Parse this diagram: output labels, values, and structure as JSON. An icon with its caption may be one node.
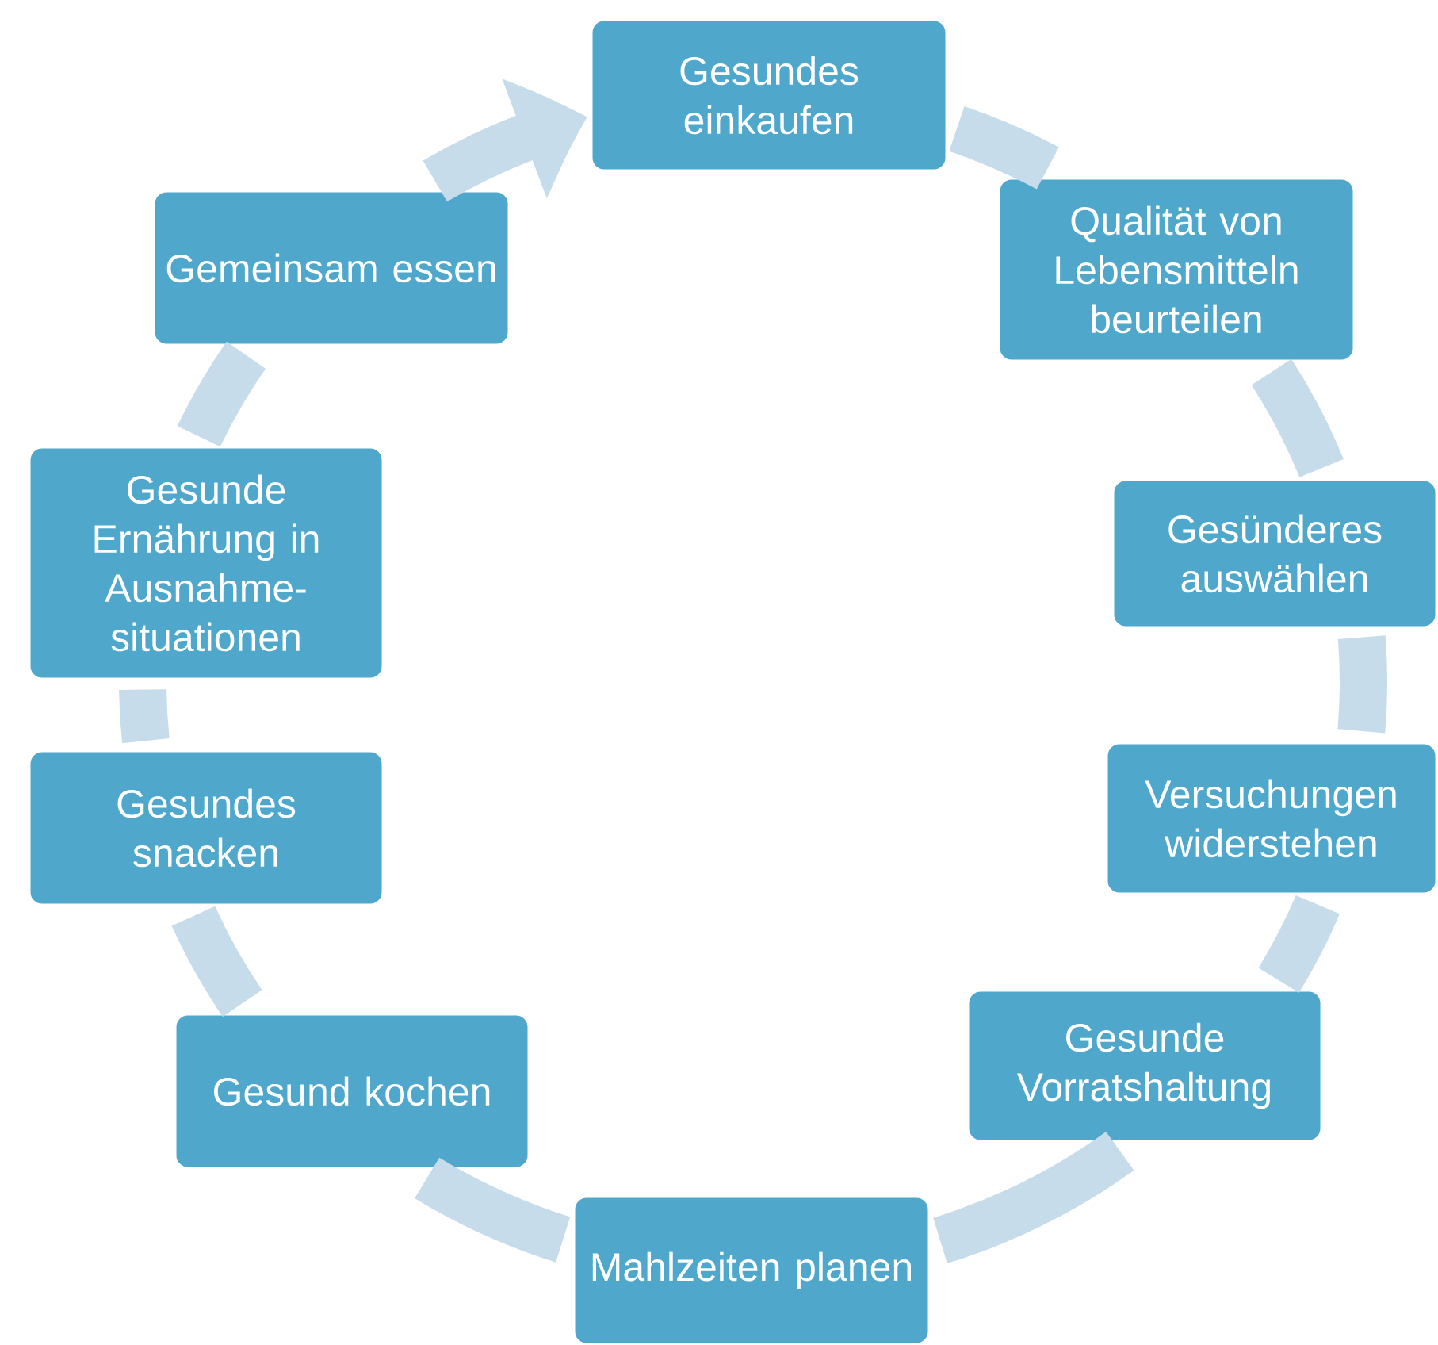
{
  "diagram": {
    "nodes": [
      {
        "text": [
          "Gesundes einkaufen"
        ]
      },
      {
        "text": [
          "Qualität von Lebensmitteln beurteilen"
        ]
      },
      {
        "text": [
          "Gesünderes auswählen"
        ]
      },
      {
        "text": [
          "Versuchungen widerstehen"
        ]
      },
      {
        "text": [
          "Gesunde Vorratshaltung"
        ]
      },
      {
        "text": [
          "Mahlzeiten planen"
        ]
      },
      {
        "text": [
          "Gesund kochen"
        ]
      },
      {
        "text": [
          "Gesundes snacken"
        ]
      },
      {
        "text": [
          "Gesunde Ernährung in Ausnahme-situationen"
        ]
      },
      {
        "text": [
          "Gemeinsam essen"
        ]
      }
    ],
    "edges": [
      {
        "from": 0,
        "to": 1,
        "arrow": "none"
      },
      {
        "from": 1,
        "to": 2,
        "arrow": "none"
      },
      {
        "from": 2,
        "to": 3,
        "arrow": "none"
      },
      {
        "from": 3,
        "to": 4,
        "arrow": "none"
      },
      {
        "from": 4,
        "to": 5,
        "arrow": "none"
      },
      {
        "from": 5,
        "to": 6,
        "arrow": "none"
      },
      {
        "from": 6,
        "to": 7,
        "arrow": "none"
      },
      {
        "from": 7,
        "to": 8,
        "arrow": "none"
      },
      {
        "from": 8,
        "to": 9,
        "arrow": "none"
      },
      {
        "from": 9,
        "to": 0,
        "arrow": "to"
      }
    ]
  }
}
